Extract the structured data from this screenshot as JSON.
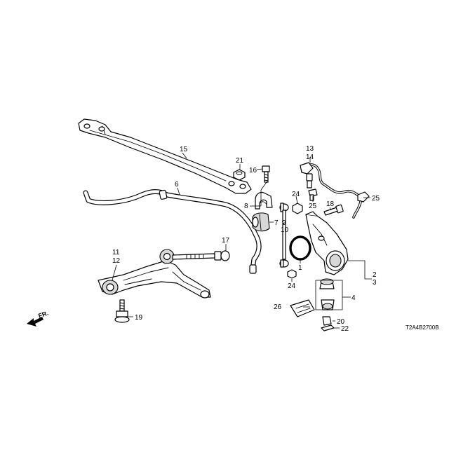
{
  "diagram": {
    "code": "T2A4B2700B",
    "direction_label": "FR.",
    "callouts": {
      "c1": "1",
      "c2": "2",
      "c3": "3",
      "c4": "4",
      "c6": "6",
      "c7": "7",
      "c8": "8",
      "c9": "9",
      "c10": "10",
      "c11": "11",
      "c12": "12",
      "c13": "13",
      "c14": "14",
      "c15": "15",
      "c16": "16",
      "c17": "17",
      "c18": "18",
      "c19": "19",
      "c20": "20",
      "c21": "21",
      "c22": "22",
      "c24a": "24",
      "c24b": "24",
      "c25a": "25",
      "c25b": "25",
      "c26": "26"
    }
  }
}
